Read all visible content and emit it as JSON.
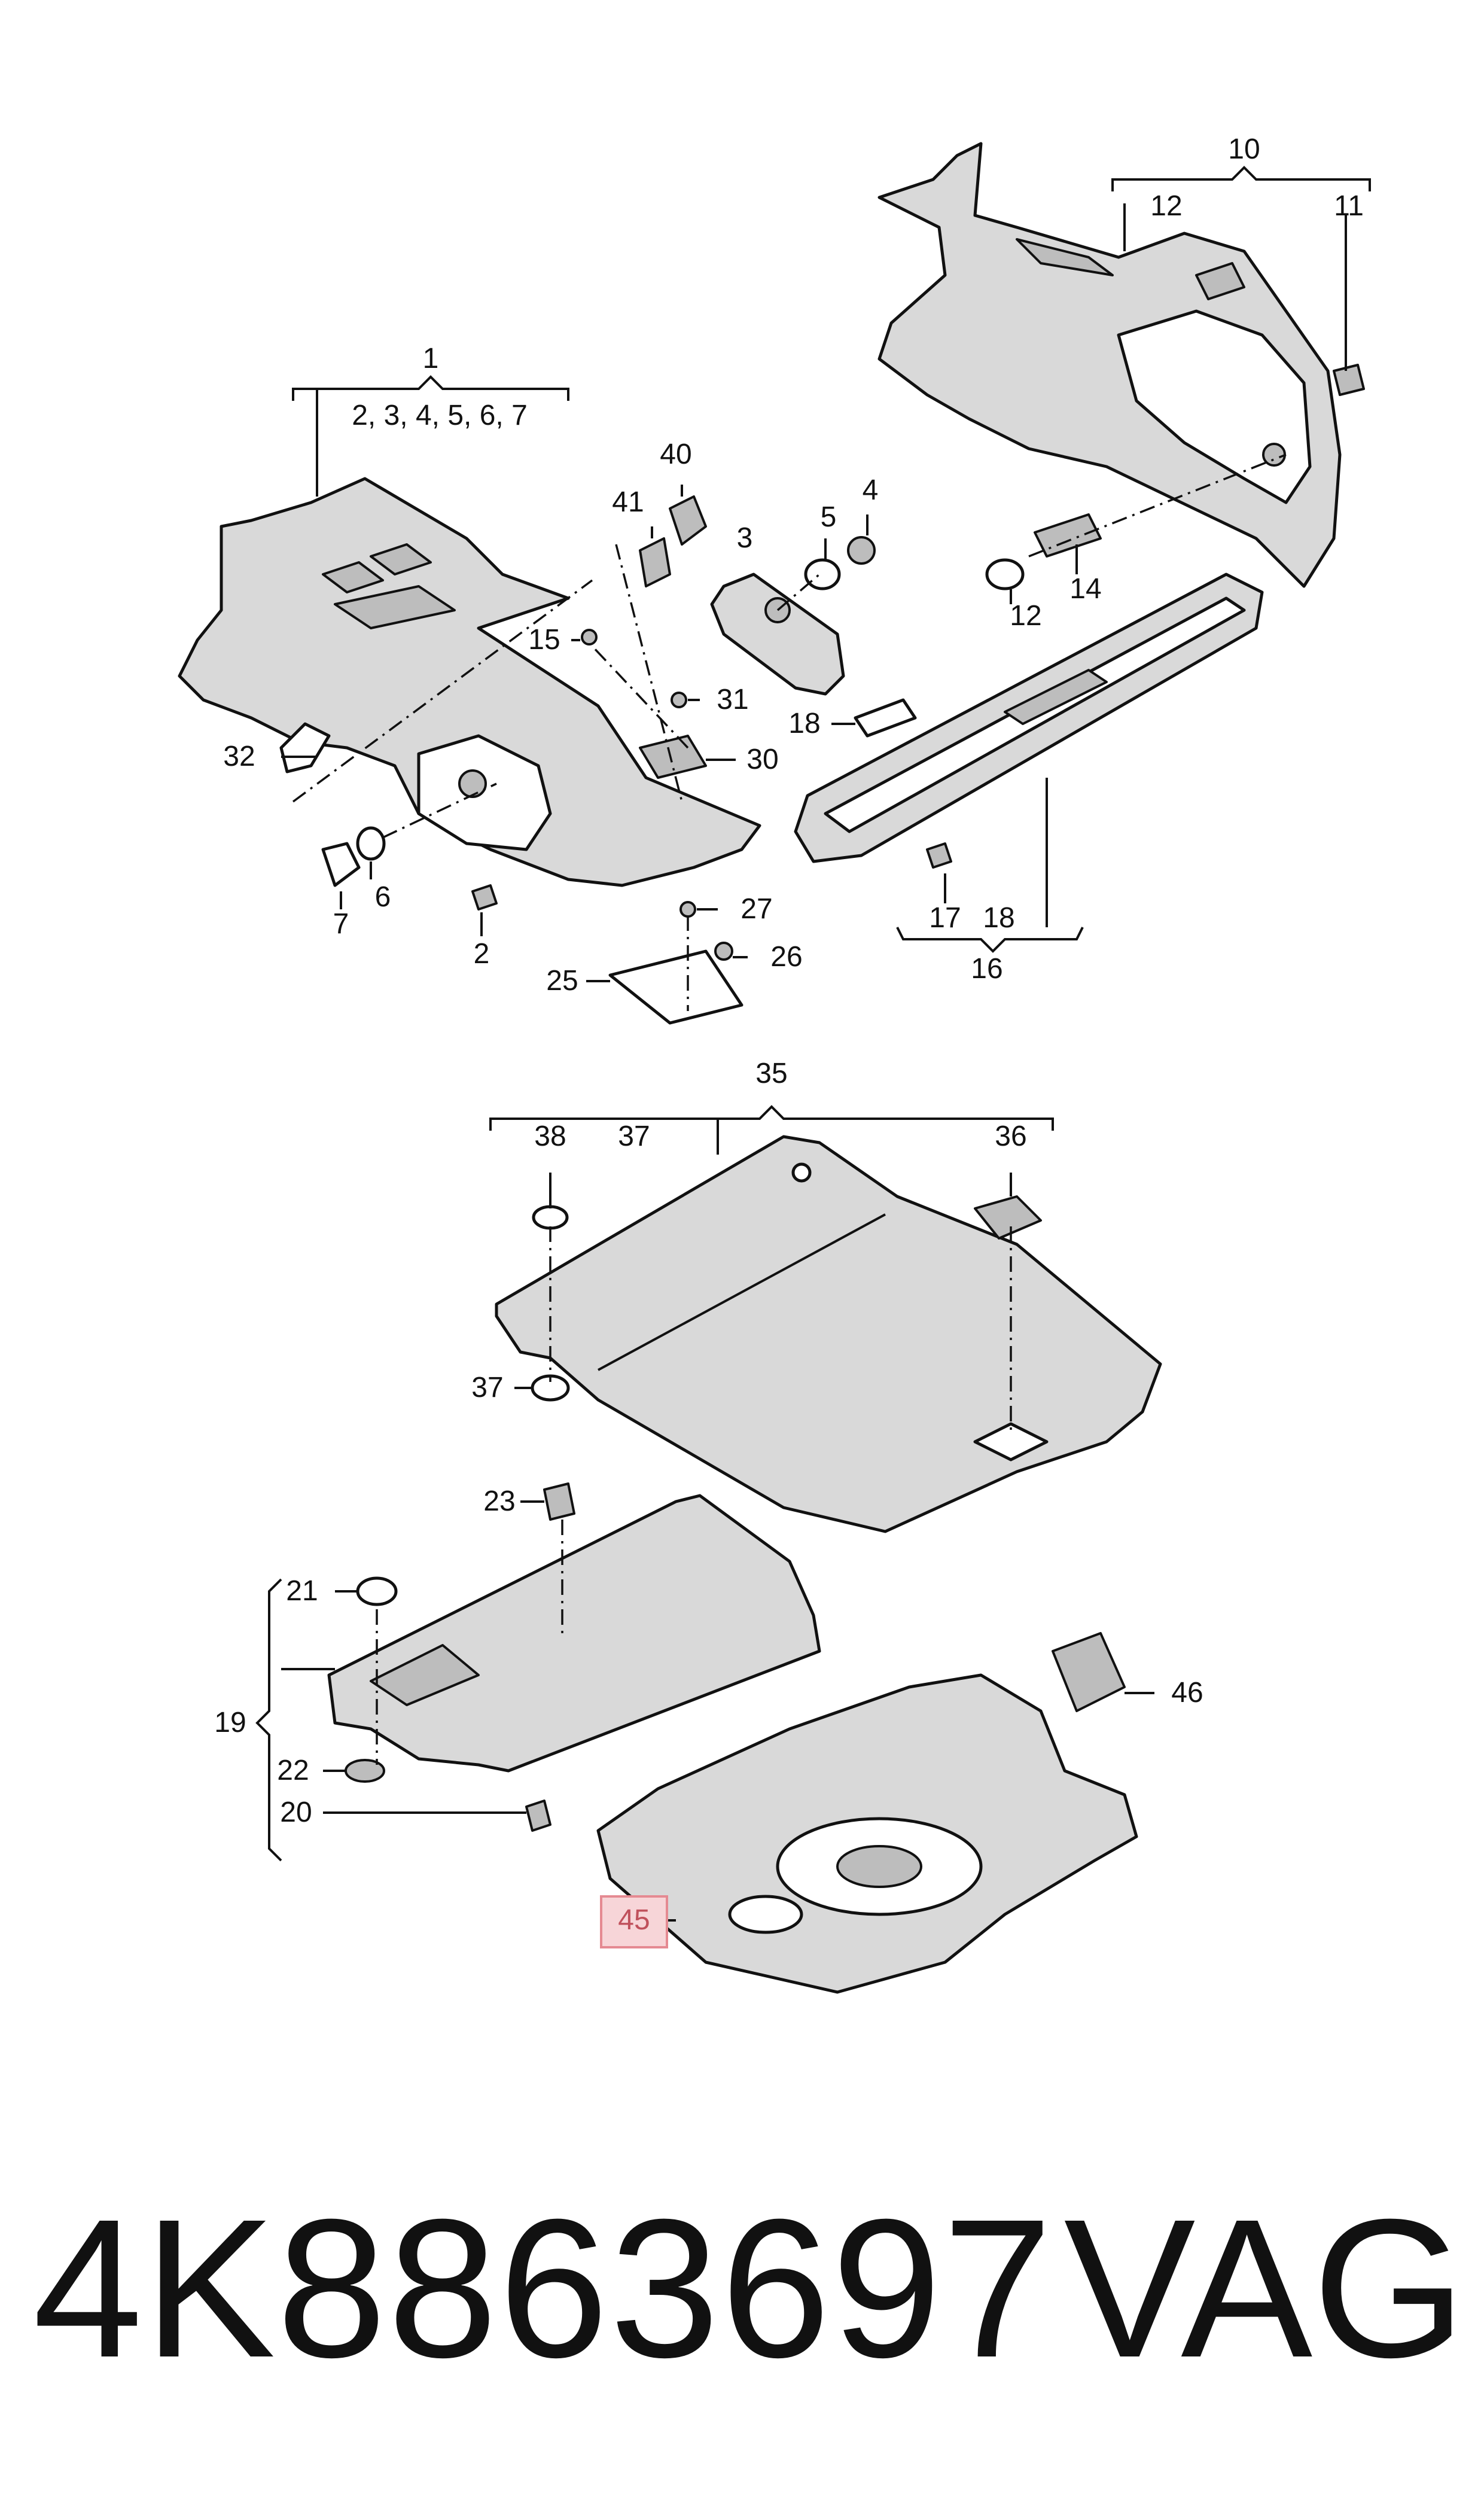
{
  "labels": {
    "l1": "1",
    "l1_sub": "2, 3, 4, 5, 6, 7",
    "l2": "2",
    "l3": "3",
    "l4": "4",
    "l5": "5",
    "l6": "6",
    "l7": "7",
    "l10": "10",
    "l11": "11",
    "l12a": "12",
    "l12b": "12",
    "l14": "14",
    "l15": "15",
    "l16": "16",
    "l17": "17",
    "l18a": "18",
    "l18b": "18",
    "l19": "19",
    "l20": "20",
    "l21": "21",
    "l22": "22",
    "l23": "23",
    "l25": "25",
    "l26": "26",
    "l27": "27",
    "l30": "30",
    "l31": "31",
    "l32": "32",
    "l35": "35",
    "l36": "36",
    "l37a": "37",
    "l37b": "37",
    "l38": "38",
    "l40": "40",
    "l41": "41",
    "l45": "45",
    "l46": "46"
  },
  "highlight_color": "#f7d5d8",
  "footer": {
    "part_number": "4K8863697",
    "brand": "VAG"
  }
}
